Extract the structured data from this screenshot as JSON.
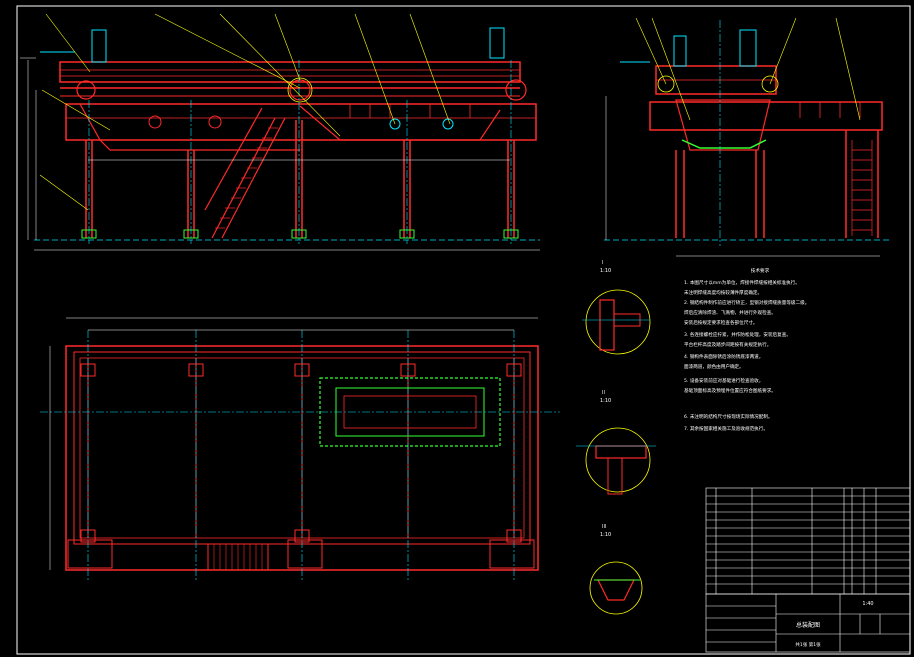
{
  "colors": {
    "background": "#000000",
    "frame": "#ffffff",
    "steel": "#ff2a2a",
    "center_line": "#00e5ff",
    "section": "#33ff33",
    "leader": "#ffff00",
    "dimension": "#ffffff",
    "accent": "#ff00ff"
  },
  "details": [
    {
      "label": "I",
      "scale": "1:10"
    },
    {
      "label": "II",
      "scale": "1:10"
    },
    {
      "label": "III",
      "scale": "1:10"
    }
  ],
  "notes": {
    "title": "技术要求",
    "lines": [
      "1. 本图尺寸以mm为单位，焊接件焊缝按相关标准执行。",
      "   未注明焊缝高度均按较薄件厚度确定。",
      "2. 钢结构件制作前应进行矫正，型钢对接焊缝质量等级二级。",
      "   焊后应清除焊渣、飞溅物，并进行外观检查。",
      "   安装后按规定要求检查各部位尺寸。",
      "3. 各连接螺栓应拧紧，并作防松处理，安装后复查。",
      "   平台栏杆高度及踏步间距按有关规定执行。",
      "4. 钢构件表面除锈后涂防锈底漆两道，",
      "   面漆两道，颜色由用户确定。",
      "5. 设备安装前应对基础进行检查验收，",
      "   基础顶面标高及预埋件位置应符合图纸要求。",
      "6. 未注明的结构尺寸按现场实际情况配制。",
      "7. 其余按国家相关施工及验收规范执行。"
    ]
  },
  "title_block": {
    "drawing_title": "总装配图",
    "scale": "1:40",
    "sheet": "共1张 第1张"
  }
}
